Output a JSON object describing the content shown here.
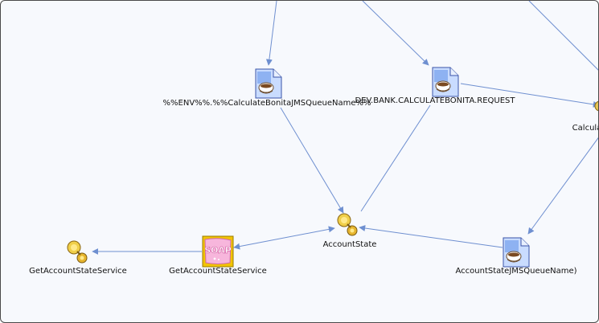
{
  "colors": {
    "edge": "#6e8fd0",
    "background": "#f7f9fd",
    "border": "#4a4a4a"
  },
  "nodes": {
    "env_queue": {
      "label": "%%ENV%%.%%CalculateBonitaJMSQueueName%%",
      "icon": "jms-queue-document-icon"
    },
    "dev_bank_queue": {
      "label": "DEV.BANK.CALCULATEBONITA.REQUEST",
      "icon": "jms-queue-document-icon"
    },
    "calcula_partial": {
      "label": "Calcula",
      "icon": "service-icon"
    },
    "account_state": {
      "label": "AccountState",
      "icon": "service-connector-icon"
    },
    "account_state_queue": {
      "label": "AccountStateJMSQueueName)",
      "icon": "jms-queue-document-icon"
    },
    "soap_service": {
      "label": "GetAccountStateService",
      "icon": "soap-icon",
      "badge": "SOAP"
    },
    "get_account_service": {
      "label": "GetAccountStateService",
      "icon": "service-connector-icon"
    }
  }
}
